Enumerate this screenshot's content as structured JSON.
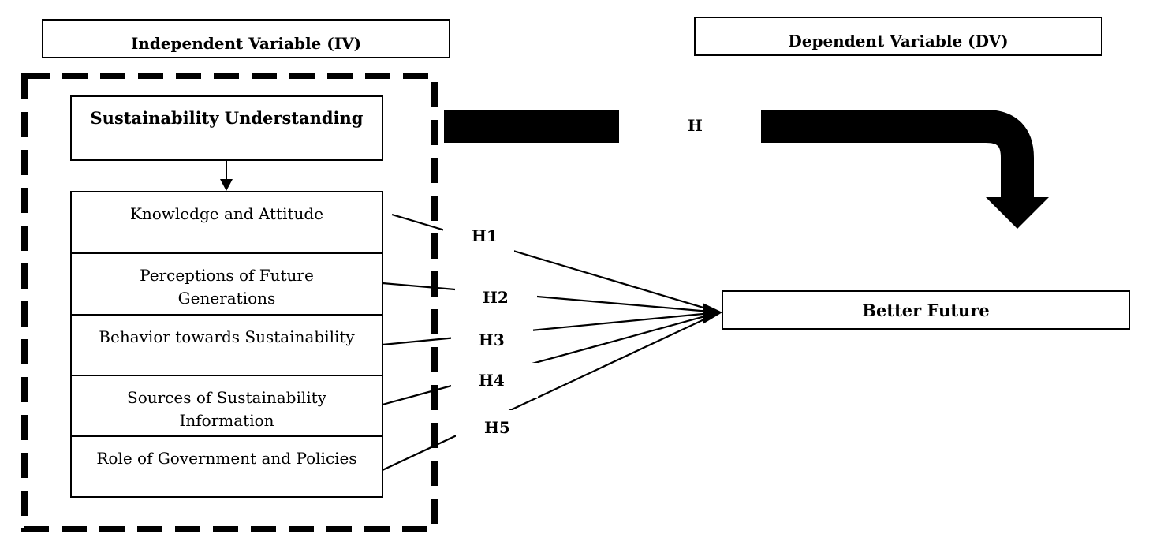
{
  "headers": {
    "iv": "Independent Variable (IV)",
    "dv": "Dependent Variable (DV)"
  },
  "top_construct": "Sustainability Understanding",
  "iv_items": [
    "Knowledge and Attitude",
    "Perceptions of Future Generations",
    "Behavior towards Sustainability",
    "Sources of Sustainability Information",
    "Role of Government and Policies"
  ],
  "dv": "Better Future",
  "hypotheses": {
    "main": "H",
    "h1": "H1",
    "h2": "H2",
    "h3": "H3",
    "h4": "H4",
    "h5": "H5"
  },
  "colors": {
    "line": "#000000",
    "background": "#ffffff"
  }
}
